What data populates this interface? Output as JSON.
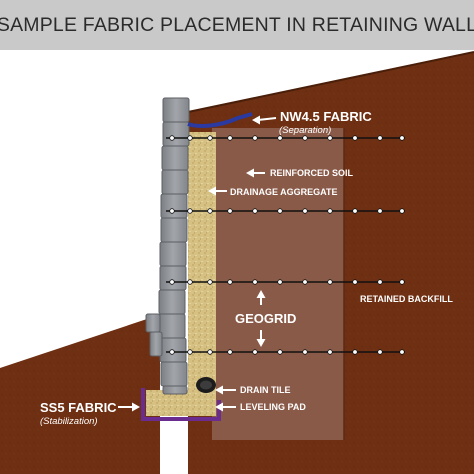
{
  "title": "SAMPLE FABRIC PLACEMENT IN RETAINING WALL",
  "labels": {
    "nw45_fabric": "NW4.5 FABRIC",
    "separation": "(Separation)",
    "reinforced_soil": "REINFORCED SOIL",
    "drainage_aggregate": "DRAINAGE AGGREGATE",
    "retained_backfill": "RETAINED BACKFILL",
    "geogrid": "GEOGRID",
    "drain_tile": "DRAIN TILE",
    "leveling_pad": "LEVELING PAD",
    "ss5_fabric": "SS5 FABRIC",
    "stabilization": "(Stabilization)"
  },
  "colors": {
    "title_band": "#c9c9c9",
    "soil": "#6e2f12",
    "reinforced_zone": "#8a5a48",
    "aggregate": "#d6c082",
    "wall_block": "#8e9196",
    "nw45_fabric": "#2a3aa0",
    "ss5_fabric": "#6a2c8e",
    "leveling_pad": "#d4bf8a"
  }
}
